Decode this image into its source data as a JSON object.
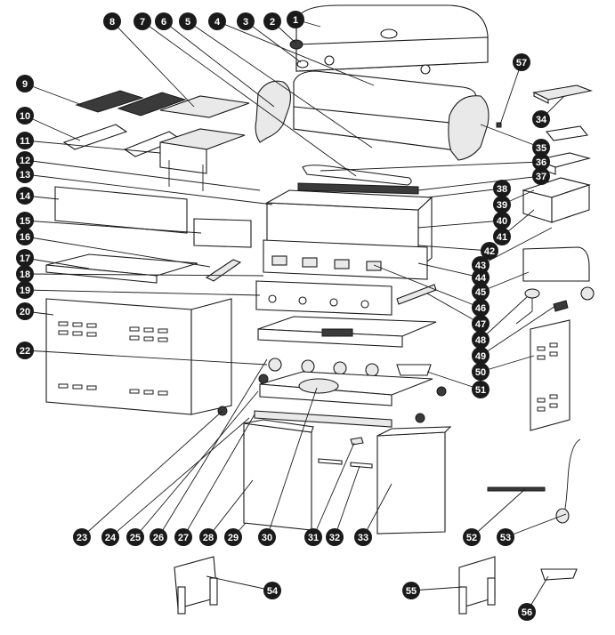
{
  "callouts": [
    {
      "n": "1"
    },
    {
      "n": "2"
    },
    {
      "n": "3"
    },
    {
      "n": "4"
    },
    {
      "n": "5"
    },
    {
      "n": "6"
    },
    {
      "n": "7"
    },
    {
      "n": "8"
    },
    {
      "n": "9"
    },
    {
      "n": "10"
    },
    {
      "n": "11"
    },
    {
      "n": "12"
    },
    {
      "n": "13"
    },
    {
      "n": "14"
    },
    {
      "n": "15"
    },
    {
      "n": "16"
    },
    {
      "n": "17"
    },
    {
      "n": "18"
    },
    {
      "n": "19"
    },
    {
      "n": "20"
    },
    {
      "n": "22"
    },
    {
      "n": "23"
    },
    {
      "n": "24"
    },
    {
      "n": "25"
    },
    {
      "n": "26"
    },
    {
      "n": "27"
    },
    {
      "n": "28"
    },
    {
      "n": "29"
    },
    {
      "n": "30"
    },
    {
      "n": "31"
    },
    {
      "n": "32"
    },
    {
      "n": "33"
    },
    {
      "n": "34"
    },
    {
      "n": "35"
    },
    {
      "n": "36"
    },
    {
      "n": "37"
    },
    {
      "n": "38"
    },
    {
      "n": "39"
    },
    {
      "n": "40"
    },
    {
      "n": "41"
    },
    {
      "n": "42"
    },
    {
      "n": "43"
    },
    {
      "n": "44"
    },
    {
      "n": "45"
    },
    {
      "n": "46"
    },
    {
      "n": "47"
    },
    {
      "n": "48"
    },
    {
      "n": "49"
    },
    {
      "n": "50"
    },
    {
      "n": "51"
    },
    {
      "n": "52"
    },
    {
      "n": "53"
    },
    {
      "n": "54"
    },
    {
      "n": "55"
    },
    {
      "n": "56"
    },
    {
      "n": "57"
    }
  ],
  "colors": {
    "ink": "#1a1a1a",
    "paper": "#ffffff",
    "metal": "#e9e9e9"
  }
}
